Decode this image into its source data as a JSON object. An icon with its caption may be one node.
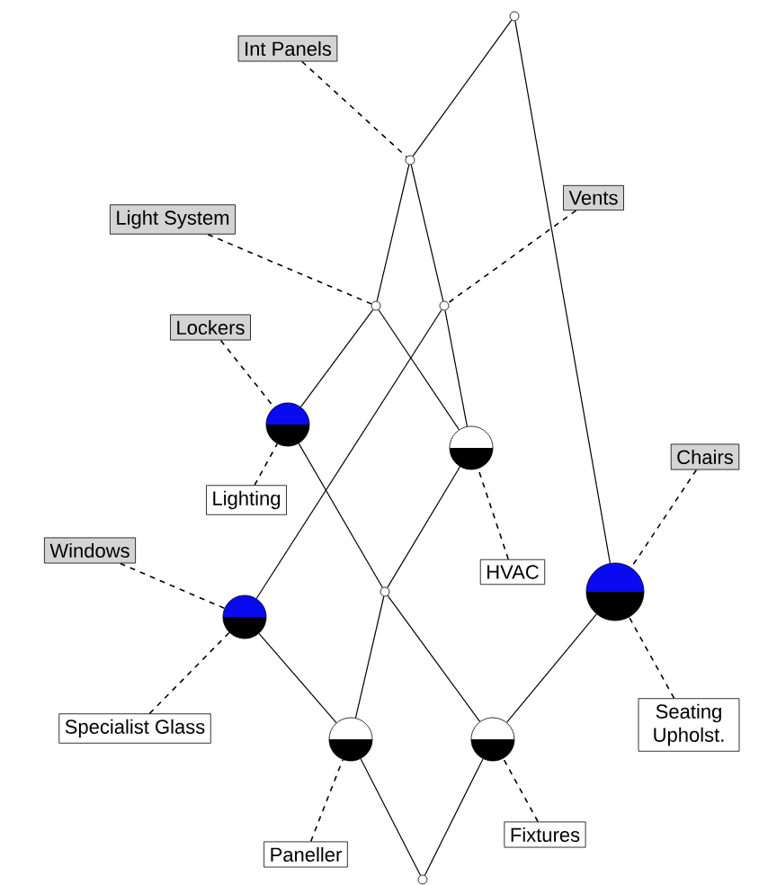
{
  "diagram": {
    "nodes": [
      {
        "text": [],
        "shape": "circle"
      },
      {
        "text": [
          "Int Panels"
        ]
      },
      {
        "text": [],
        "shape": "circle"
      },
      {
        "text": [
          "Vents"
        ]
      },
      {
        "text": [
          "Light System"
        ]
      },
      {
        "text": [],
        "shape": "circle"
      },
      {
        "text": [],
        "shape": "circle"
      },
      {
        "text": [
          "Lockers"
        ]
      },
      {
        "text": [],
        "shape": "circle"
      },
      {
        "text": [],
        "shape": "circle"
      },
      {
        "text": [
          "Chairs"
        ]
      },
      {
        "text": [
          "Lighting"
        ]
      },
      {
        "text": [
          "Windows"
        ]
      },
      {
        "text": [
          "HVAC"
        ]
      },
      {
        "text": [],
        "shape": "circle"
      },
      {
        "text": [],
        "shape": "circle"
      },
      {
        "text": [],
        "shape": "circle"
      },
      {
        "text": [
          "Seating Upholst."
        ]
      },
      {
        "text": [
          "Specialist Glass"
        ]
      },
      {
        "text": [],
        "shape": "circle"
      },
      {
        "text": [],
        "shape": "circle"
      },
      {
        "text": [
          "Fixtures"
        ]
      },
      {
        "text": [
          "Paneller"
        ]
      },
      {
        "text": [],
        "shape": "circle"
      }
    ],
    "edges": [
      {
        "from": 0,
        "to": 2,
        "arrow": "none"
      },
      {
        "from": 0,
        "to": 15,
        "arrow": "none"
      },
      {
        "from": 2,
        "to": 5,
        "arrow": "none"
      },
      {
        "from": 2,
        "to": 6,
        "arrow": "none"
      },
      {
        "from": 5,
        "to": 8,
        "arrow": "none"
      },
      {
        "from": 5,
        "to": 9,
        "arrow": "none"
      },
      {
        "from": 6,
        "to": 9,
        "arrow": "none"
      },
      {
        "from": 6,
        "to": 16,
        "arrow": "none"
      },
      {
        "from": 8,
        "to": 14,
        "arrow": "none"
      },
      {
        "from": 9,
        "to": 14,
        "arrow": "none"
      },
      {
        "from": 14,
        "to": 19,
        "arrow": "none"
      },
      {
        "from": 14,
        "to": 20,
        "arrow": "none"
      },
      {
        "from": 16,
        "to": 19,
        "arrow": "none"
      },
      {
        "from": 15,
        "to": 20,
        "arrow": "none"
      },
      {
        "from": 19,
        "to": 23,
        "arrow": "none"
      },
      {
        "from": 20,
        "to": 23,
        "arrow": "none"
      },
      {
        "from": 1,
        "to": 2,
        "arrow": "none",
        "style": "dashed"
      },
      {
        "from": 4,
        "to": 5,
        "arrow": "none",
        "style": "dashed"
      },
      {
        "from": 3,
        "to": 6,
        "arrow": "none",
        "style": "dashed"
      },
      {
        "from": 7,
        "to": 8,
        "arrow": "none",
        "style": "dashed"
      },
      {
        "from": 11,
        "to": 8,
        "arrow": "none",
        "style": "dashed"
      },
      {
        "from": 13,
        "to": 9,
        "arrow": "none",
        "style": "dashed"
      },
      {
        "from": 12,
        "to": 16,
        "arrow": "none",
        "style": "dashed"
      },
      {
        "from": 18,
        "to": 16,
        "arrow": "none",
        "style": "dashed"
      },
      {
        "from": 10,
        "to": 15,
        "arrow": "none",
        "style": "dashed"
      },
      {
        "from": 17,
        "to": 15,
        "arrow": "none",
        "style": "dashed"
      },
      {
        "from": 22,
        "to": 19,
        "arrow": "none",
        "style": "dashed"
      },
      {
        "from": 21,
        "to": 20,
        "arrow": "none",
        "style": "dashed"
      }
    ]
  }
}
